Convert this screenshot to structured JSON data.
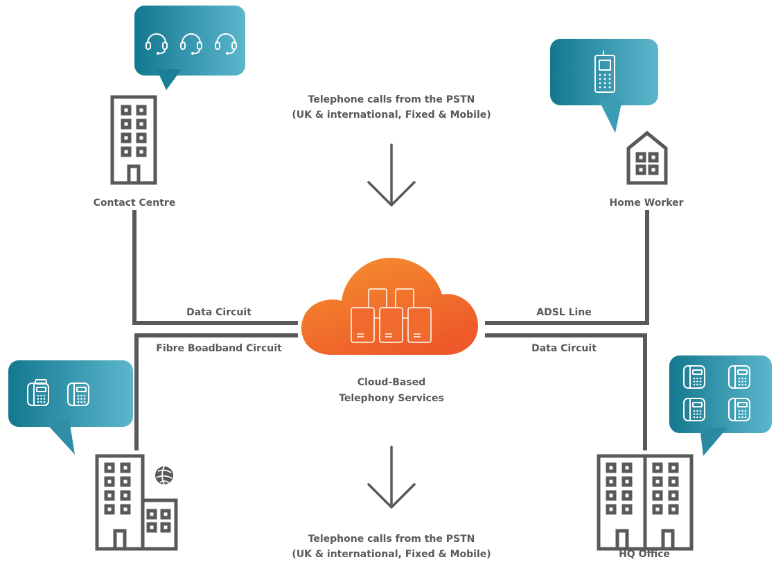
{
  "top_label": {
    "line1": "Telephone calls from the PSTN",
    "line2": "(UK & international, Fixed & Mobile)"
  },
  "bottom_label": {
    "line1": "Telephone calls from the PSTN",
    "line2": "(UK & international, Fixed & Mobile)"
  },
  "cloud_label": {
    "line1": "Cloud-Based",
    "line2": "Telephony Services"
  },
  "sites": {
    "contact_centre": "Contact Centre",
    "home_worker": "Home Worker",
    "hq_office": "HQ Office"
  },
  "links": {
    "contact_centre": "Data Circuit",
    "home_worker": "ADSL Line",
    "branch_office": "Fibre Boadband Circuit",
    "hq_office": "Data Circuit"
  },
  "icons": {
    "cloud": "cloud-server-icon",
    "contact_centre_bubble": "headset-icon",
    "home_worker_bubble": "mobile-phone-icon",
    "branch_bubble": "desk-phone-icon",
    "hq_bubble": "desk-phone-icon"
  },
  "colors": {
    "bubble_dark": "#13788f",
    "bubble_light": "#5cb6cc",
    "cloud_top": "#f5912f",
    "cloud_bottom": "#ee5a29",
    "line": "#58595b",
    "text": "#58595b"
  }
}
